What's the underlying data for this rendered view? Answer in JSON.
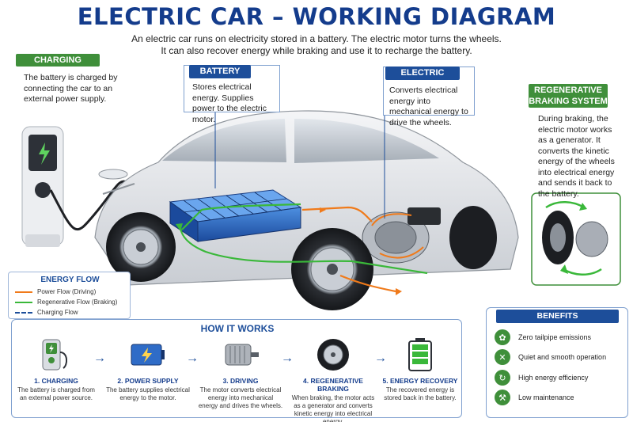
{
  "header": {
    "title": "ELECTRIC CAR – WORKING DIAGRAM",
    "subtitle_line1": "An electric car runs on electricity stored in a battery. The electric motor turns the wheels.",
    "subtitle_line2": "It can also recover energy while braking and use it to recharge the battery."
  },
  "charging_station": {
    "label": "CHARGING STATION",
    "desc": "The battery is charged by connecting the car to an external power supply."
  },
  "battery_pack": {
    "label": "BATTERY PACK",
    "desc": "Stores electrical energy. Supplies power to the electric motor."
  },
  "electric_motor": {
    "label": "ELECTRIC MOTOR",
    "desc": "Converts electrical energy into mechanical energy to drive the wheels."
  },
  "regen": {
    "label_line1": "REGENERATIVE",
    "label_line2": "BRAKING SYSTEM",
    "desc": "During braking, the electric motor works as a generator. It converts the kinetic energy of the wheels into electrical energy and sends it back to the battery."
  },
  "energy_flow": {
    "title": "ENERGY FLOW",
    "items": [
      {
        "label": "Power Flow (Driving)",
        "color": "#f07a1a"
      },
      {
        "label": "Regenerative Flow (Braking)",
        "color": "#3ab83a"
      },
      {
        "label": "Charging Flow",
        "color": "#1d4e9a"
      }
    ]
  },
  "how_it_works": {
    "title": "HOW IT WORKS",
    "steps": [
      {
        "title": "1. CHARGING",
        "desc": "The battery is charged from an external power source.",
        "icon": "charger-icon"
      },
      {
        "title": "2. POWER SUPPLY",
        "desc": "The battery supplies electrical energy to the motor.",
        "icon": "battery-icon"
      },
      {
        "title": "3. DRIVING",
        "desc": "The motor converts electrical energy into mechanical energy and drives the wheels.",
        "icon": "motor-icon"
      },
      {
        "title": "4. REGENERATIVE BRAKING",
        "desc": "When braking, the motor acts as a generator and converts kinetic energy into electrical energy.",
        "icon": "wheel-icon"
      },
      {
        "title": "5. ENERGY RECOVERY",
        "desc": "The recovered energy is stored back in the battery.",
        "icon": "battery-charged-icon"
      }
    ]
  },
  "benefits": {
    "title": "BENEFITS",
    "items": [
      {
        "label": "Zero tailpipe emissions",
        "icon": "leaf-icon"
      },
      {
        "label": "Quiet and smooth operation",
        "icon": "mute-icon"
      },
      {
        "label": "High energy efficiency",
        "icon": "recycle-icon"
      },
      {
        "label": "Low maintenance",
        "icon": "wrench-icon"
      }
    ]
  },
  "colors": {
    "title_blue": "#143c8c",
    "tag_blue": "#1d4e9a",
    "tag_green": "#3f8f3a",
    "power_flow": "#f07a1a",
    "regen_flow": "#3ab83a"
  }
}
